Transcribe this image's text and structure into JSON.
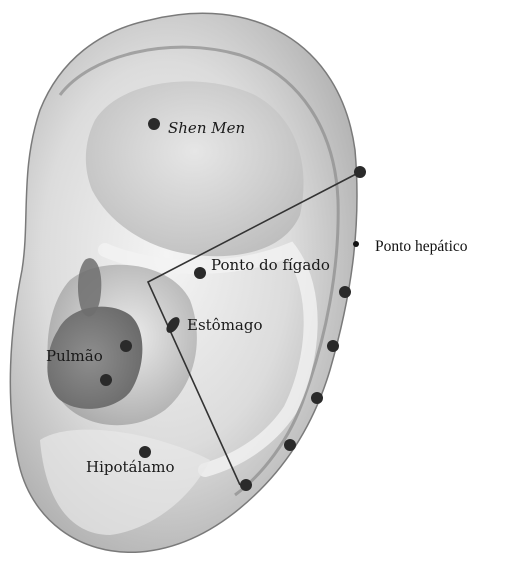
{
  "labels": {
    "shen_men": "Shen Men",
    "ponto_figado": "Ponto do fígado",
    "ponto_hepatico": "Ponto hepático",
    "estomago": "Estômago",
    "pulmao": "Pulmão",
    "hipotalamo": "Hipotálamo"
  },
  "colors": {
    "point": "#2a2a2a",
    "line": "#333333"
  }
}
